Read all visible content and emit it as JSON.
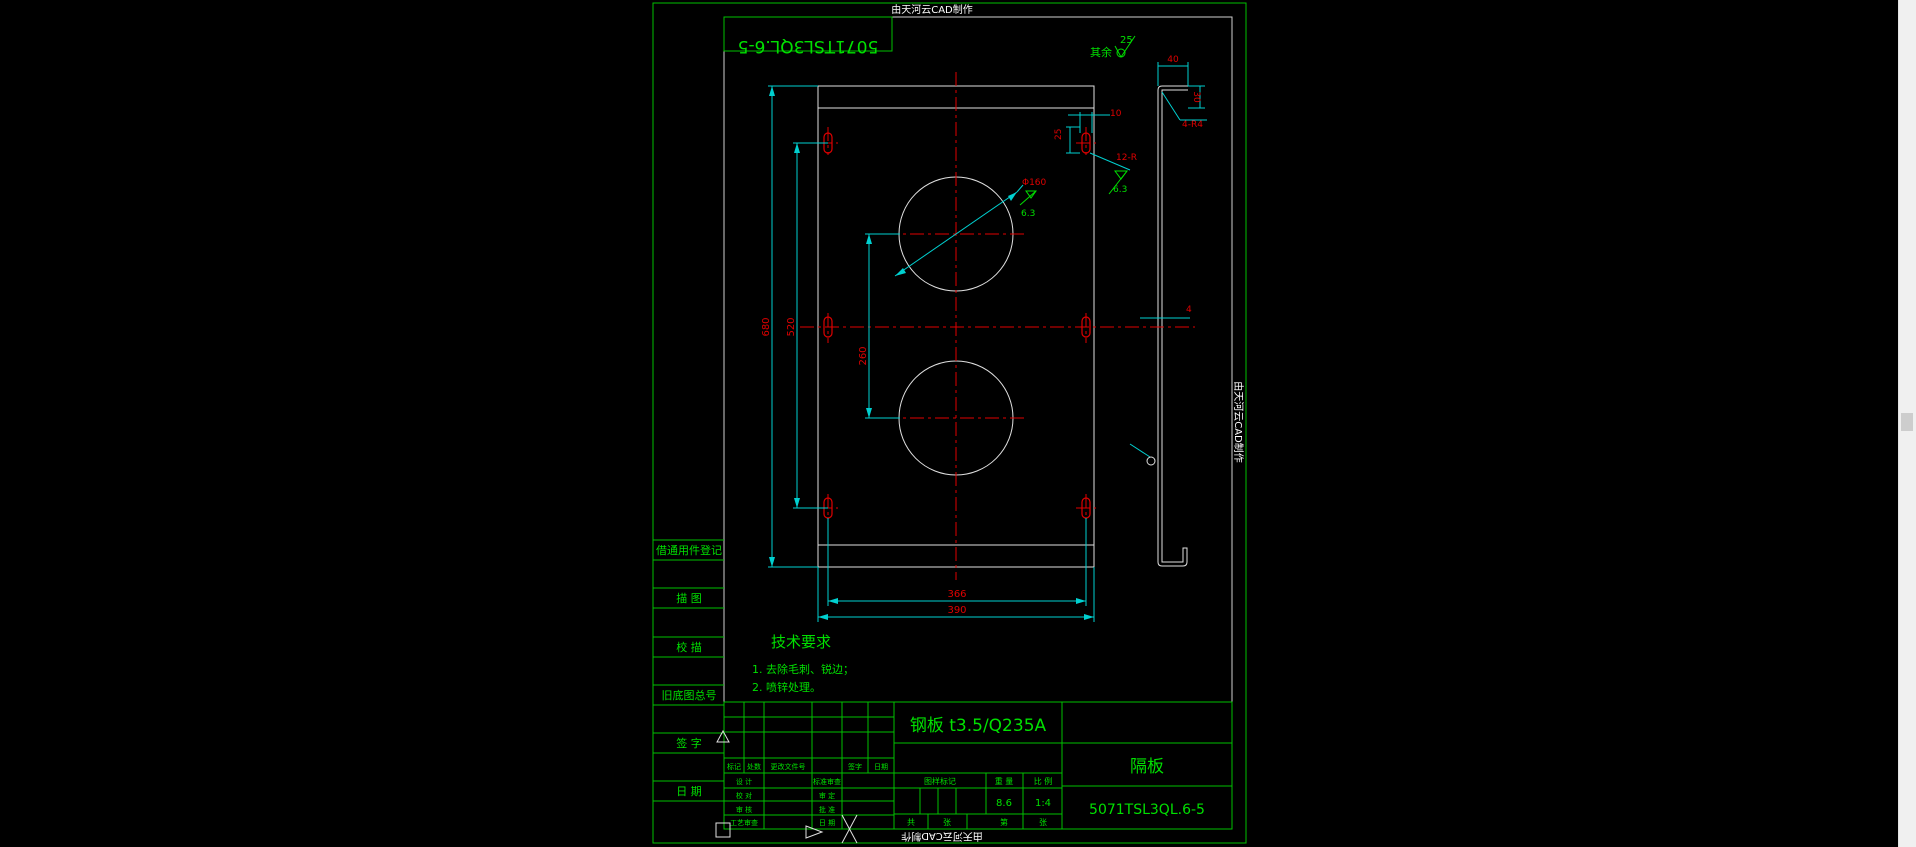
{
  "watermark": {
    "top": "由天河云CAD制作",
    "right": "由天河云CAD制作",
    "bottom": "由天河云CAD制作"
  },
  "drawing_number_box": "5071TSL3QL.6-5",
  "roughness": {
    "others_label": "其余",
    "others_value": "25",
    "hole_value": "6.3",
    "slot_value": "6.3"
  },
  "dimensions": {
    "slot_pitch_x": "10",
    "slot_offset": "25",
    "slot_count": "12-R",
    "hole_dia": "Φ160",
    "height_overall": "680",
    "height_slots": "520",
    "hole_spacing": "260",
    "width_slots": "366",
    "width_overall": "390",
    "flange_width": "40",
    "flange_height": "30",
    "bend_radius": "4-R4",
    "thickness": "4"
  },
  "left_column": {
    "items": [
      "借通用件登记",
      "描 图",
      "校 描",
      "旧底图总号",
      "签 字",
      "日 期"
    ]
  },
  "tech_requirements": {
    "title": "技术要求",
    "items": [
      "1. 去除毛刺、锐边；",
      "2. 喷锌处理。"
    ]
  },
  "title_block": {
    "material": "钢板 t3.5/Q235A",
    "part_name": "隔板",
    "part_number": "5071TSL3QL.6-5",
    "rev_headers": [
      "标记",
      "处数",
      "更改文件号",
      "签字",
      "日期"
    ],
    "roles": [
      "设 计",
      "校 对",
      "审 核",
      "工艺审查"
    ],
    "roles2": [
      "标准审查",
      "审 定",
      "批 准",
      "日 期"
    ],
    "stage_label": "图样标记",
    "weight_label": "重 量",
    "scale_label": "比 例",
    "weight": "8.6",
    "scale": "1:4",
    "sheet_total": "共",
    "sheet_unit": "张",
    "sheet_no": "第",
    "sheet_unit2": "张"
  }
}
